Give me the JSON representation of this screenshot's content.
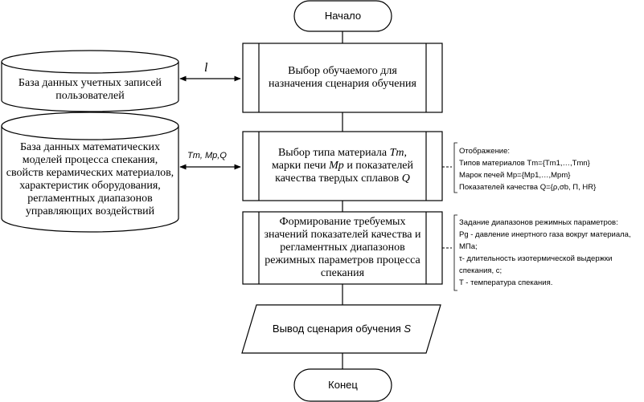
{
  "flow": {
    "start": "Начало",
    "step1": "Выбор обучаемого для назначения сценария обучения",
    "step2": {
      "prefix": "Выбор типа материала ",
      "tm": "Tm",
      "comma": ",",
      "line2_a": "марки печи ",
      "mp": "Mp",
      "line2_b": " и показателей",
      "line3_a": "качества твердых сплавов ",
      "q": "Q"
    },
    "step3": "Формирование требуемых значений показателей качества и регламентных диапазонов режимных параметров процесса спекания",
    "output_a": "Вывод сценария обучения ",
    "output_s": "S",
    "end": "Конец"
  },
  "databases": {
    "users": "База данных учетных записей пользователей",
    "models": "База данных математических моделей процесса спекания, свойств керамических материалов, характеристик оборудования, регламентных диапазонов управляющих воздействий"
  },
  "connectors": {
    "l_label": "l",
    "tmq_label": "Tm, Mp,Q"
  },
  "notes": {
    "display": {
      "title": "Отображение:",
      "line1": "Типов материалов Tm={Tm1,…,Tmn}",
      "line2": "Марок печей Mp={Mp1,…,Mpm}",
      "line3": "Показателей качества Q={ρ,σb, П, HR}"
    },
    "ranges": {
      "title": "Задание диапазонов режимных параметров:",
      "line1": "Pg - давление инертного газа вокруг материала,",
      "line2": "МПа;",
      "line3": "τ- длительность изотермической выдержки",
      "line4": "спекания, с;",
      "line5": "T - температура спекания."
    }
  },
  "colors": {
    "stroke": "#000000",
    "background": "#ffffff"
  }
}
